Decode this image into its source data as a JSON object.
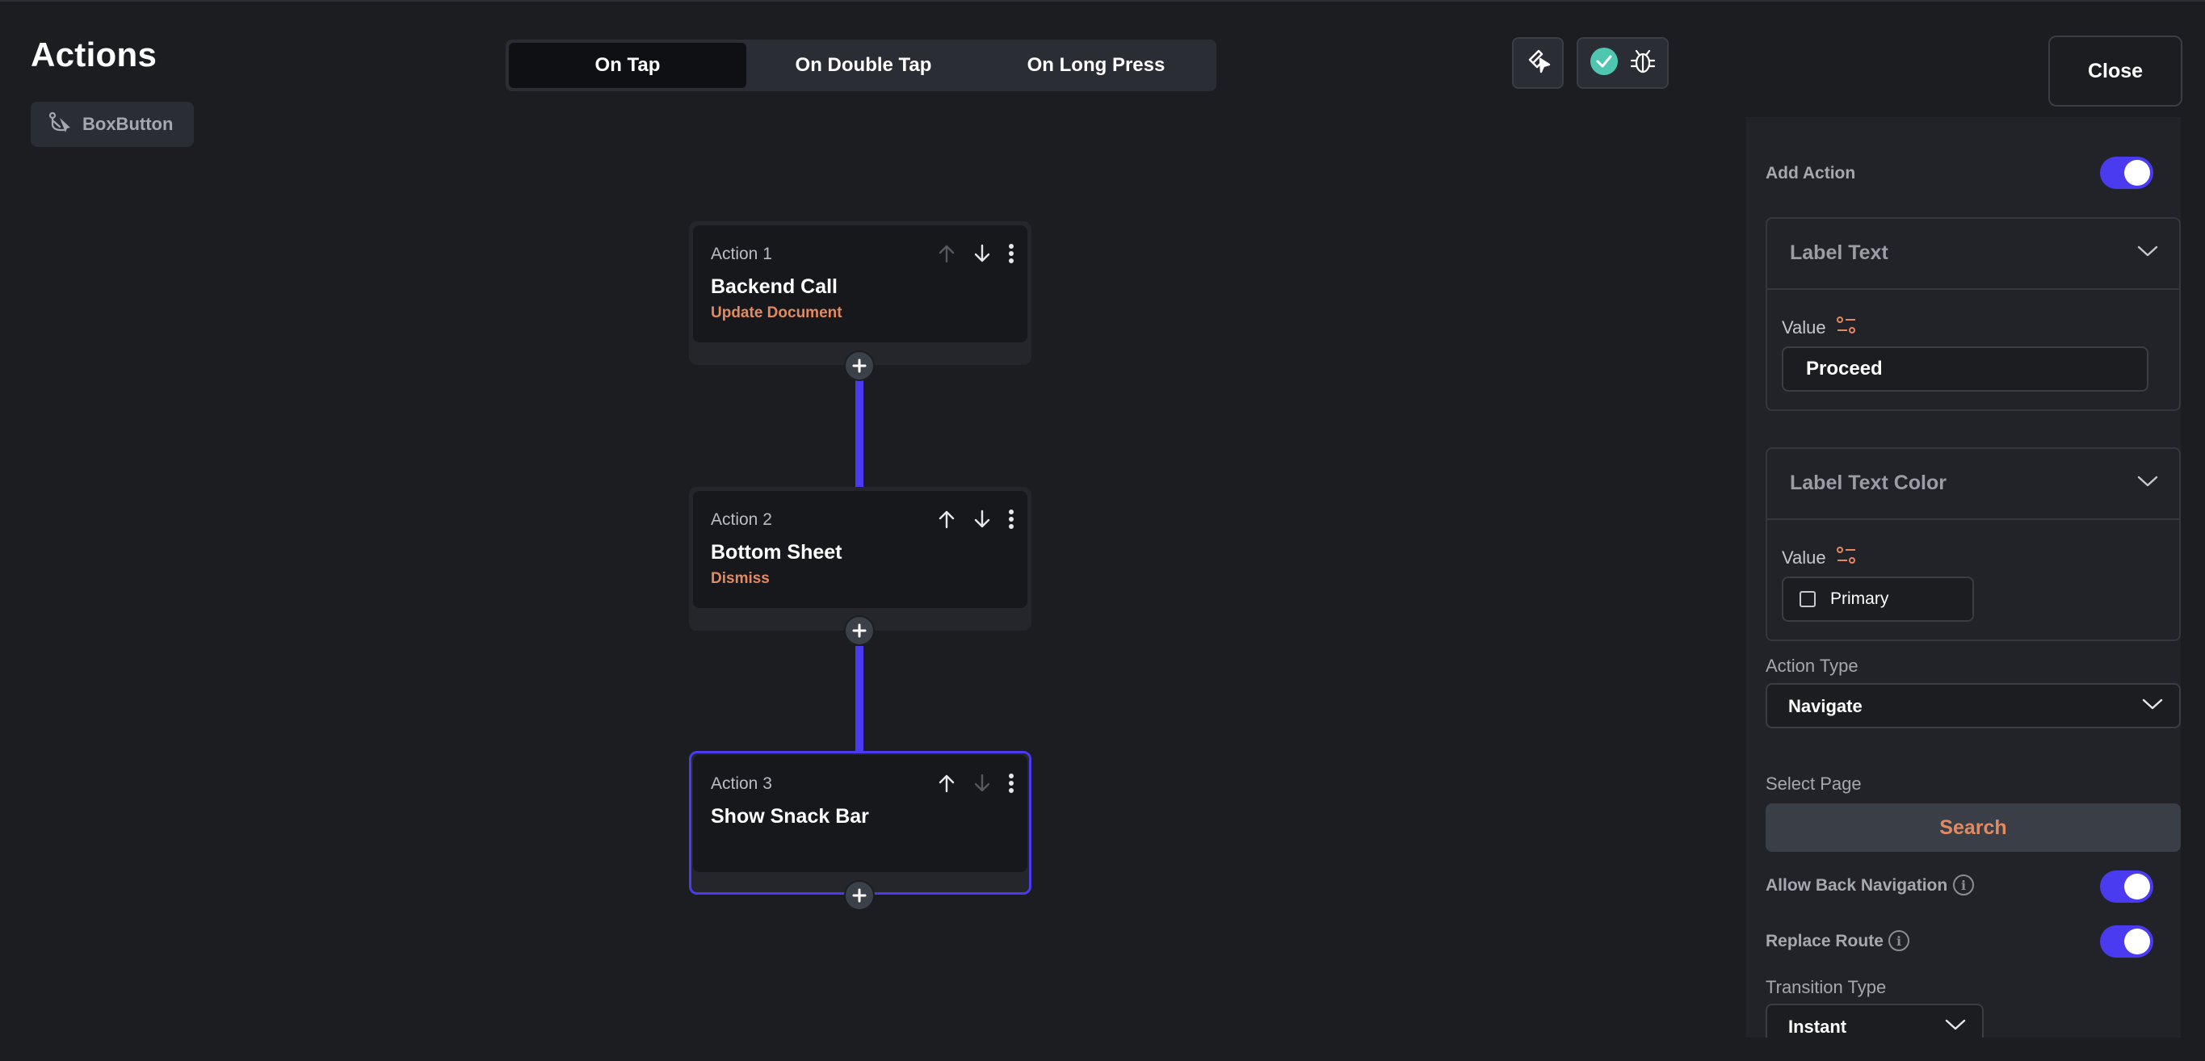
{
  "header": {
    "title": "Actions",
    "widget_name": "BoxButton"
  },
  "tabs": [
    {
      "label": "On Tap",
      "selected": true
    },
    {
      "label": "On Double Tap",
      "selected": false
    },
    {
      "label": "On Long Press",
      "selected": false
    }
  ],
  "toolbar": {
    "close_label": "Close"
  },
  "actions": [
    {
      "number": "Action 1",
      "name": "Backend Call",
      "subtitle": "Update Document"
    },
    {
      "number": "Action 2",
      "name": "Bottom Sheet",
      "subtitle": "Dismiss"
    },
    {
      "number": "Action 3",
      "name": "Show Snack Bar",
      "subtitle": ""
    }
  ],
  "panel": {
    "add_action_label": "Add Action",
    "label_text": {
      "title": "Label Text",
      "value_label": "Value",
      "value": "Proceed"
    },
    "label_text_color": {
      "title": "Label Text Color",
      "value_label": "Value",
      "value": "Primary"
    },
    "action_type": {
      "label": "Action Type",
      "value": "Navigate"
    },
    "select_page": {
      "label": "Select Page",
      "button": "Search"
    },
    "allow_back_navigation": "Allow Back Navigation",
    "replace_route": "Replace Route",
    "transition_type": {
      "label": "Transition Type",
      "value": "Instant"
    }
  },
  "colors": {
    "background": "#1b1d21",
    "accent": "#4a3bf0",
    "action_subtitle": "#e38a62",
    "success": "#4fc7b0"
  },
  "icons": [
    "branch-icon",
    "flutter-run-icon",
    "check-icon",
    "bug-icon",
    "arrow-up-icon",
    "arrow-down-icon",
    "more-vert-icon",
    "plus-icon",
    "chevron-down-icon",
    "variable-icon",
    "info-icon"
  ]
}
